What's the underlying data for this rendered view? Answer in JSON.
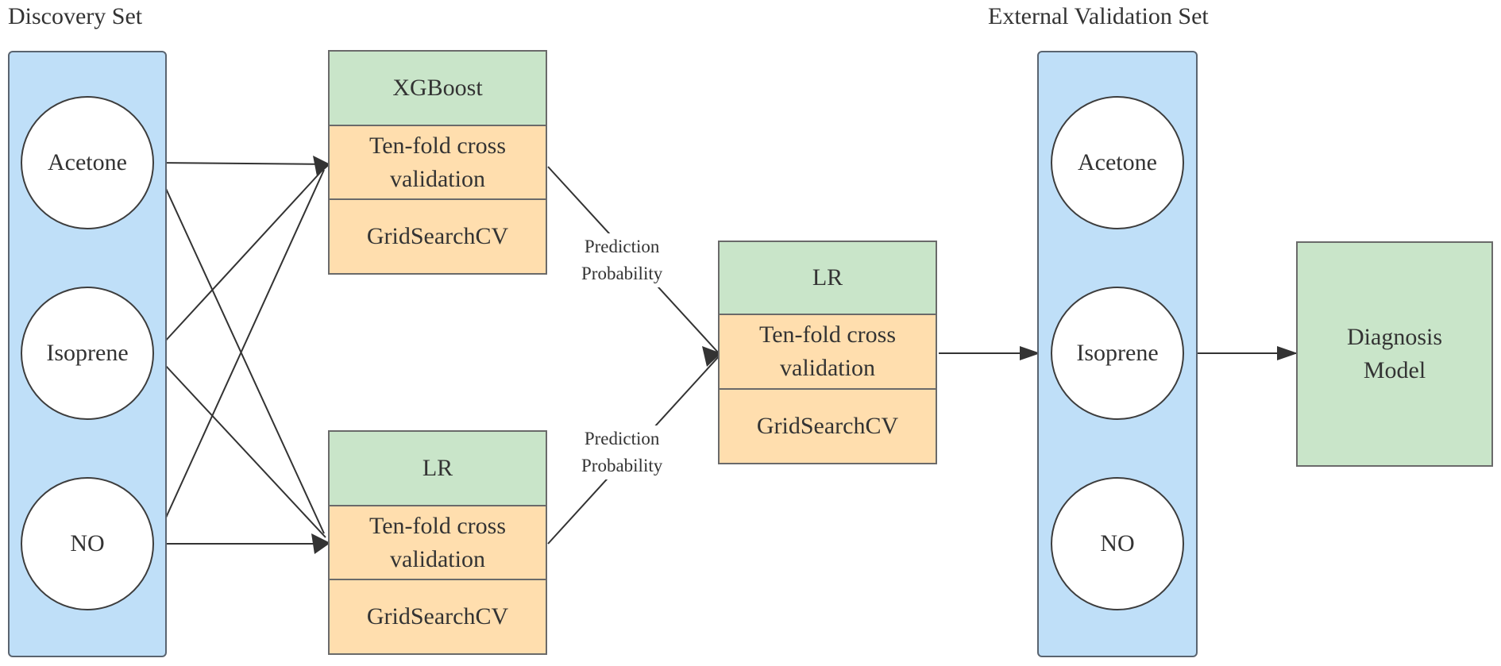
{
  "discovery_set": {
    "title": "Discovery Set",
    "nodes": [
      "Acetone",
      "Isoprene",
      "NO"
    ]
  },
  "base_models": [
    {
      "name": "XGBoost",
      "cv_label": [
        "Ten-fold cross",
        "validation"
      ],
      "tuning_label": "GridSearchCV"
    },
    {
      "name": "LR",
      "cv_label": [
        "Ten-fold cross",
        "validation"
      ],
      "tuning_label": "GridSearchCV"
    }
  ],
  "edge_labels": [
    [
      "Prediction",
      "Probability"
    ],
    [
      "Prediction",
      "Probability"
    ]
  ],
  "meta_model": {
    "name": "LR",
    "cv_label": [
      "Ten-fold cross",
      "validation"
    ],
    "tuning_label": "GridSearchCV"
  },
  "external_validation_set": {
    "title": "External Validation Set",
    "nodes": [
      "Acetone",
      "Isoprene",
      "NO"
    ]
  },
  "output": {
    "label": [
      "Diagnosis",
      "Model"
    ]
  },
  "colors": {
    "set_panel": "#bfdff8",
    "model_header": "#c9e5c9",
    "model_step": "#ffdeae",
    "edge": "#333333"
  }
}
